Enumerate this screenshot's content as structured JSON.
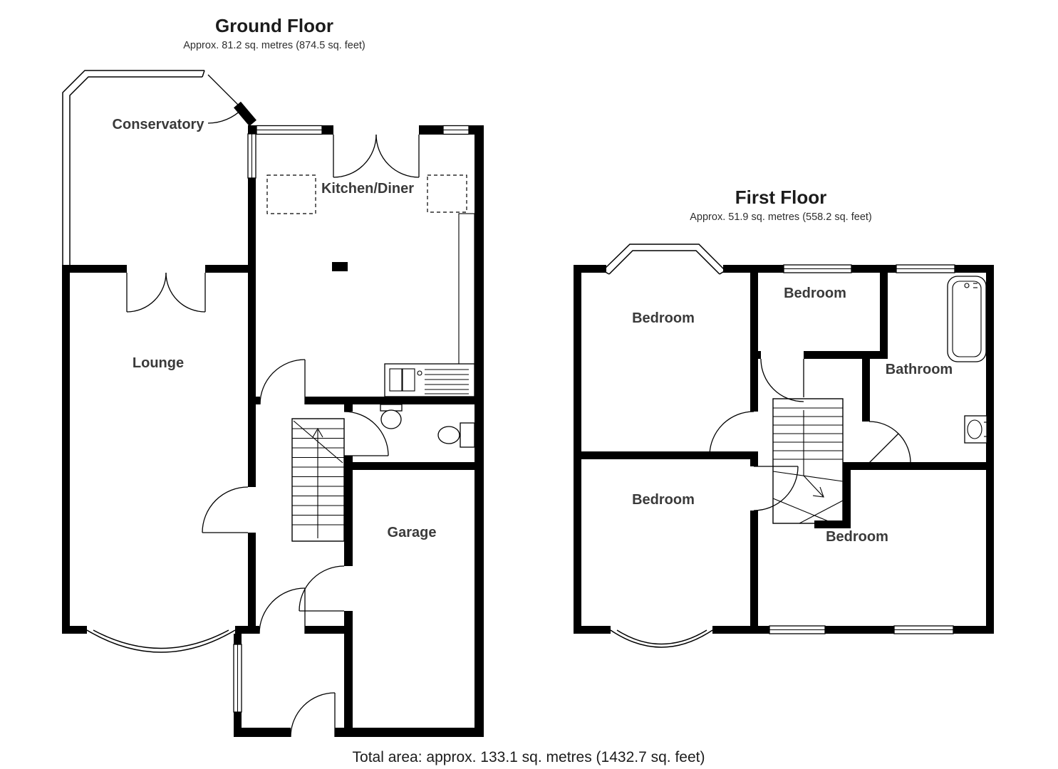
{
  "ground_floor": {
    "title": "Ground Floor",
    "subtitle": "Approx. 81.2 sq. metres (874.5 sq. feet)",
    "rooms": {
      "conservatory": "Conservatory",
      "kitchen_diner": "Kitchen/Diner",
      "lounge": "Lounge",
      "garage": "Garage"
    }
  },
  "first_floor": {
    "title": "First Floor",
    "subtitle": "Approx. 51.9 sq. metres (558.2 sq. feet)",
    "rooms": {
      "bedroom_front": "Bedroom",
      "bedroom_middle": "Bedroom",
      "bathroom": "Bathroom",
      "bedroom_back": "Bedroom",
      "bedroom_rear_right": "Bedroom"
    }
  },
  "footer": {
    "total_area": "Total area: approx. 133.1 sq. metres (1432.7 sq. feet)"
  },
  "colors": {
    "wall": "#000000",
    "background": "#ffffff",
    "label_text": "#3a3a3a"
  }
}
